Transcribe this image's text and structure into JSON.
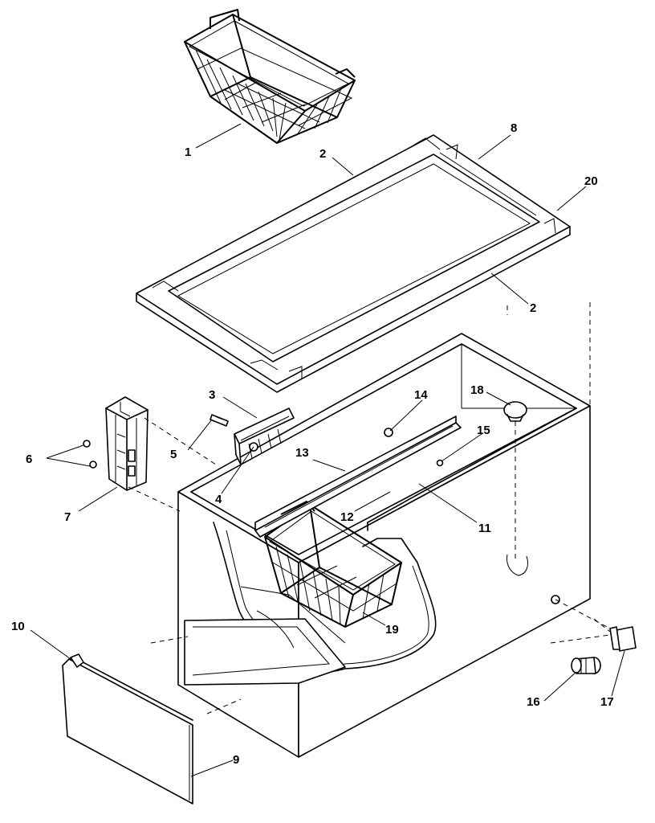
{
  "diagram": {
    "callouts": [
      "1",
      "2",
      "2",
      "3",
      "4",
      "5",
      "6",
      "7",
      "8",
      "9",
      "10",
      "11",
      "12",
      "13",
      "14",
      "15",
      "16",
      "17",
      "18",
      "19",
      "20"
    ]
  }
}
